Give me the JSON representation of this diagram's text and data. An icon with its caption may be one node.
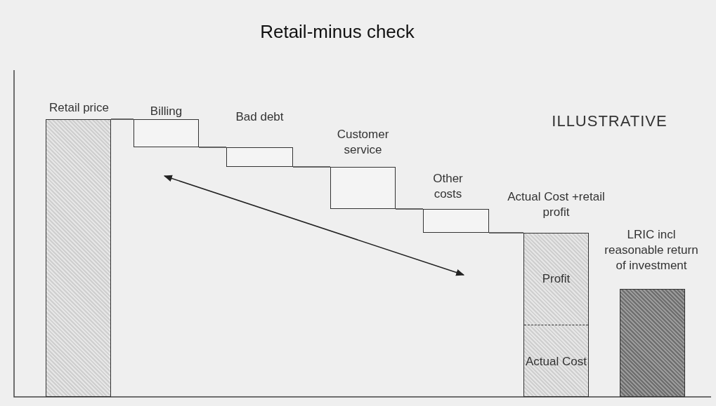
{
  "diagram": {
    "title": "Retail-minus check",
    "nodes": [
      {
        "text": [
          "Retail price"
        ]
      },
      {
        "text": [
          "Billing"
        ]
      },
      {
        "text": [
          "Bad debt"
        ]
      },
      {
        "text": [
          "Customer service"
        ]
      },
      {
        "text": [
          "Other costs"
        ]
      },
      {
        "text": [
          "Actual Cost +retail profit"
        ]
      },
      {
        "text": [
          "Profit"
        ],
        "in": 5
      },
      {
        "text": [
          "Actual Cost"
        ],
        "in": 5
      },
      {
        "text": [
          "LRIC incl reasonable return of investment"
        ]
      }
    ],
    "edges": [
      {
        "from": 0,
        "to": 1,
        "arrow": "none"
      },
      {
        "from": 1,
        "to": 2,
        "arrow": "none"
      },
      {
        "from": 2,
        "to": 3,
        "arrow": "none"
      },
      {
        "from": 3,
        "to": 4,
        "arrow": "none"
      },
      {
        "from": 4,
        "to": 5,
        "arrow": "none"
      }
    ],
    "labels": [
      "ILLUSTRATIVE"
    ]
  }
}
